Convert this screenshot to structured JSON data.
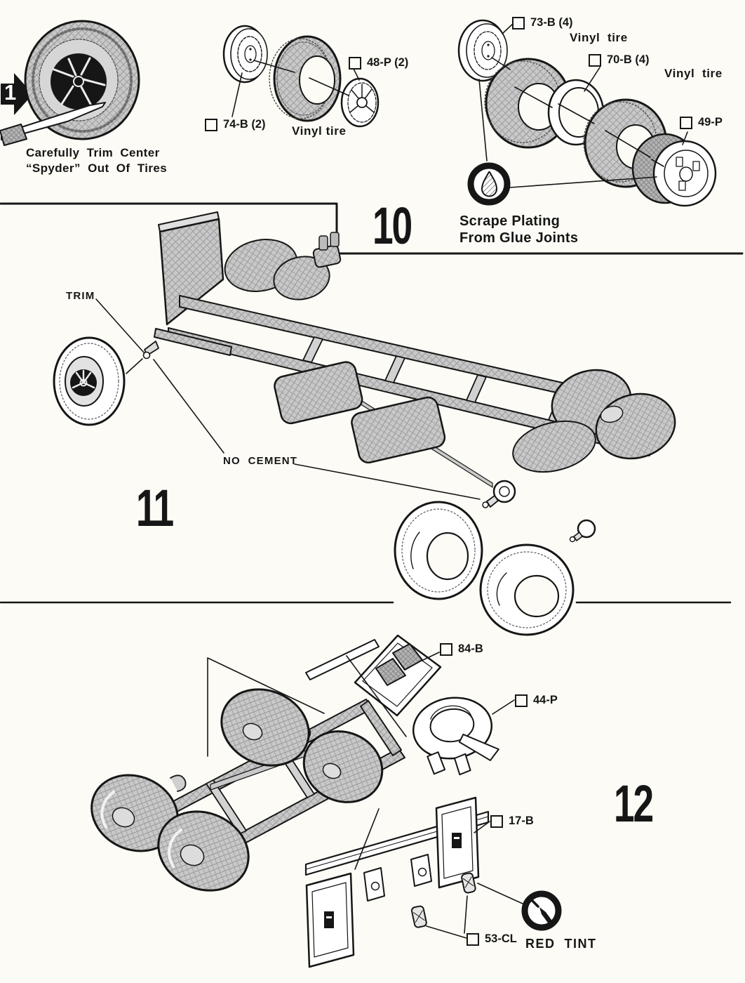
{
  "colors": {
    "paper": "#fcfbf5",
    "ink": "#161616",
    "halftone": "#c8c8c8"
  },
  "step10": {
    "number": "10",
    "step_arrow_number": "1",
    "trim_note_line1": "Carefully  Trim  Center",
    "trim_note_line2": "“Spyder”  Out  Of  Tires",
    "scrape_note_line1": "Scrape Plating",
    "scrape_note_line2": "From Glue Joints",
    "part_74b": "74-B (2)",
    "vinyl_tire_label_1": "Vinyl tire",
    "part_48p": "48-P (2)",
    "part_73b": "73-B (4)",
    "vinyl_tire_label_2": "Vinyl  tire",
    "part_70b": "70-B (4)",
    "vinyl_tire_label_3": "Vinyl  tire",
    "part_49p": "49-P"
  },
  "step11": {
    "number": "11",
    "trim_label": "TRIM",
    "no_cement_label": "NO  CEMENT"
  },
  "step12": {
    "number": "12",
    "part_84b": "84-B",
    "part_44p": "44-P",
    "part_17b": "17-B",
    "part_53cl": "53-CL",
    "red_tint_label": "RED  TINT"
  }
}
